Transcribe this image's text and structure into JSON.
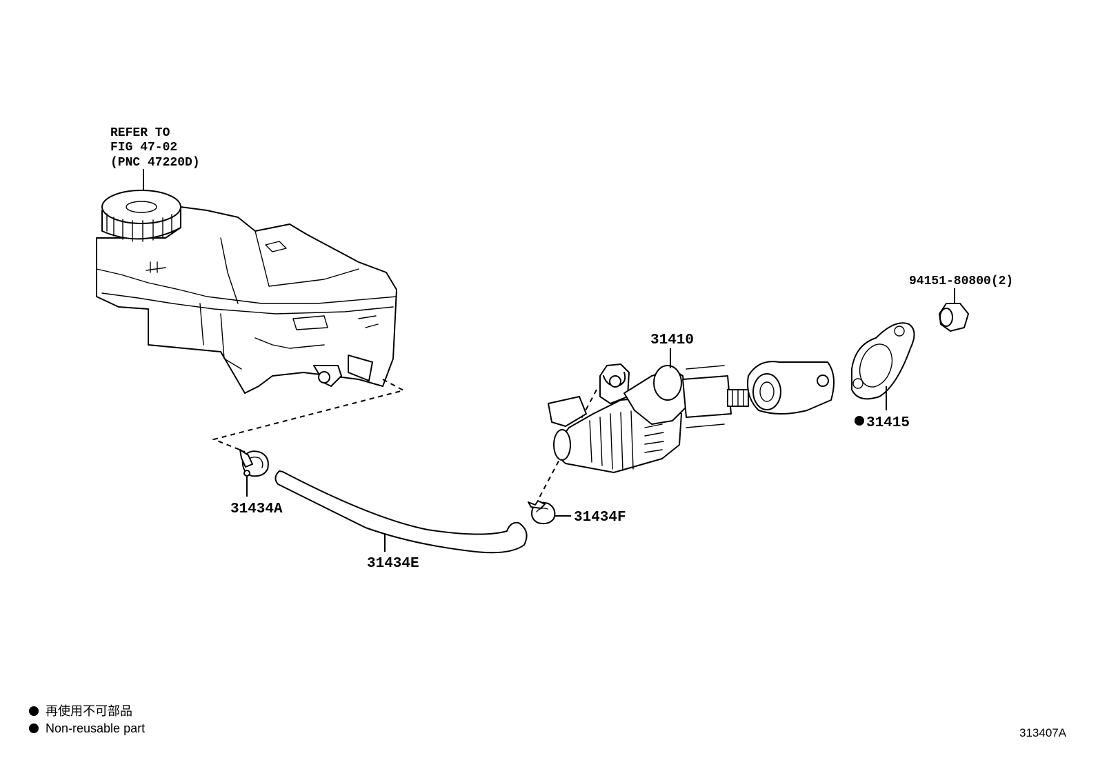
{
  "reference_note": {
    "line1": "REFER TO",
    "line2": "FIG 47-02",
    "line3": "(PNC 47220D)"
  },
  "parts": {
    "master_cylinder": "31410",
    "gasket": "31415",
    "nut": "94151-80800(2)",
    "clip_a": "31434A",
    "hose": "31434E",
    "clip_f": "31434F"
  },
  "legend": {
    "bullet_symbol": "●",
    "line_jp": "再使用不可部品",
    "line_en": "Non-reusable part"
  },
  "figure_code": "313407A"
}
